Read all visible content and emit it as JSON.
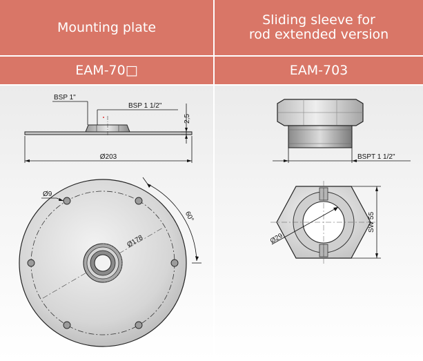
{
  "left": {
    "title": "Mounting plate",
    "code": "EAM-70□",
    "labels": {
      "bsp_outer": "BSP 1\"",
      "bsp_inner": "BSP 1 1/2\"",
      "height": "2,5",
      "diameter": "Ø203",
      "hole": "Ø9",
      "pcd": "Ø178",
      "angle": "60°"
    }
  },
  "right": {
    "title": "Sliding sleeve for\nrod extended version",
    "code": "EAM-703",
    "labels": {
      "thread": "BSPT 1 1/2\"",
      "bore": "Ø29",
      "wrench": "SW 55"
    }
  },
  "colors": {
    "header": "#d97667",
    "header_text": "#ffffff"
  }
}
